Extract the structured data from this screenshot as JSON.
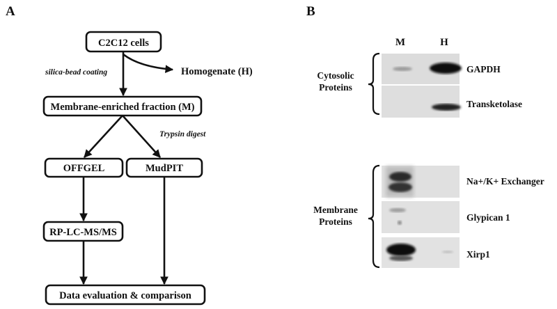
{
  "panels": {
    "a_label": "A",
    "b_label": "B"
  },
  "flowchart": {
    "nodes": {
      "cells": "C2C12 cells",
      "homogenate": "Homogenate (H)",
      "membrane": "Membrane-enriched fraction (M)",
      "offgel": "OFFGEL",
      "mudpit": "MudPIT",
      "rplc": "RP-LC-MS/MS",
      "data": "Data evaluation & comparison"
    },
    "edge_labels": {
      "coating": "silica-bead coating",
      "trypsin": "Trypsin digest"
    }
  },
  "blots": {
    "lane_labels": [
      "M",
      "H"
    ],
    "group_labels": {
      "cytosolic_line1": "Cytosolic",
      "cytosolic_line2": "Proteins",
      "membrane_line1": "Membrane",
      "membrane_line2": "Proteins"
    },
    "proteins": [
      "GAPDH",
      "Transketolase",
      "Na+/K+ Exchanger",
      "Glypican 1",
      "Xirp1"
    ]
  }
}
